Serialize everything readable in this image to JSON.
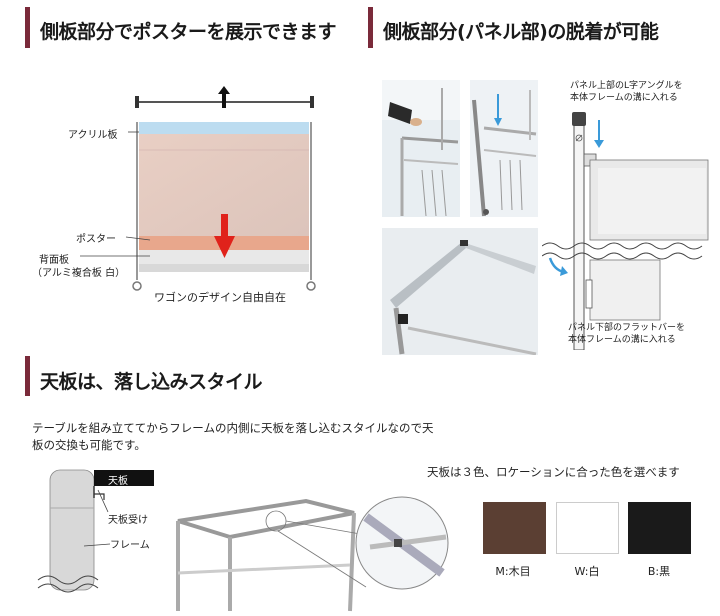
{
  "sections": {
    "poster": {
      "title": "側板部分でポスターを展示できます",
      "acrylic_label": "アクリル板",
      "poster_label": "ポスター",
      "back_label_1": "背面板",
      "back_label_2": "（アルミ複合板 白）",
      "caption": "ワゴンのデザイン自由自在"
    },
    "panel": {
      "title": "側板部分(パネル部)の脱着が可能",
      "note_top_1": "パネル上部のL字アングルを",
      "note_top_2": "本体フレームの溝に入れる",
      "note_bottom_1": "パネル下部のフラットバーを",
      "note_bottom_2": "本体フレームの溝に入れる"
    },
    "top": {
      "title": "天板は、落し込みスタイル",
      "desc_line1": "テーブルを組み立ててからフレームの内側に天板を落し込むスタイルなので天",
      "desc_line2": "板の交換も可能です。",
      "tenban_tag": "天板",
      "tenban_uke": "天板受け",
      "frame_label": "フレーム",
      "colors_text": "天板は３色、ロケーションに合った色を選べます",
      "swatches": [
        {
          "label": "M:木目",
          "color": "#5b3f33"
        },
        {
          "label": "W:白",
          "color": "#ffffff"
        },
        {
          "label": "B:黒",
          "color": "#1a1a1a"
        }
      ]
    }
  },
  "colors": {
    "accent_bar": "#7a2a3a",
    "arrow_red": "#e0221b",
    "arrow_blue": "#3a9ad9"
  }
}
